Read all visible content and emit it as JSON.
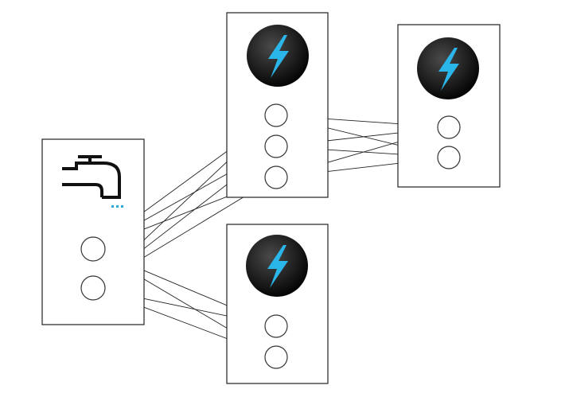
{
  "diagram": {
    "kind": "stream-topology",
    "nodes": [
      {
        "id": "spout",
        "role": "spout",
        "icon": "water-tap-icon",
        "tasks": 2
      },
      {
        "id": "bolt-a",
        "role": "bolt",
        "icon": "lightning-bolt-icon",
        "tasks": 3
      },
      {
        "id": "bolt-b",
        "role": "bolt",
        "icon": "lightning-bolt-icon",
        "tasks": 2
      },
      {
        "id": "bolt-c",
        "role": "bolt",
        "icon": "lightning-bolt-icon",
        "tasks": 2
      }
    ],
    "edges": [
      {
        "from": "spout",
        "to": "bolt-a",
        "grouping": "all-to-all"
      },
      {
        "from": "spout",
        "to": "bolt-c",
        "grouping": "all-to-all"
      },
      {
        "from": "bolt-a",
        "to": "bolt-b",
        "grouping": "all-to-all"
      }
    ]
  },
  "colors": {
    "box_border": "#222222",
    "circle_border": "#333333",
    "arrow": "#222222",
    "bolt_icon_bg": "#1e1e1e",
    "bolt_icon_fg": "#2bb6ea",
    "tap_icon": "#111111",
    "tap_drops": "#2aa8e0"
  }
}
